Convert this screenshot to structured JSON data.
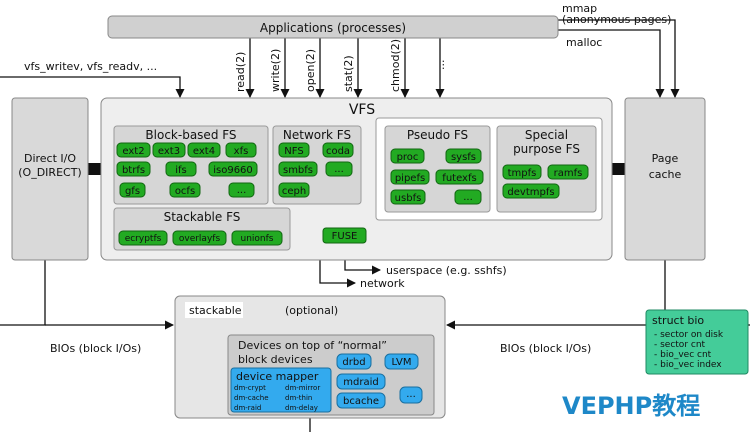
{
  "applications": "Applications (processes)",
  "mmap": "mmap",
  "anon_pages": "(anonymous pages)",
  "malloc": "malloc",
  "vfs_writev": "vfs_writev, vfs_readv, ...",
  "syscalls": [
    "read(2)",
    "write(2)",
    "open(2)",
    "stat(2)",
    "chmod(2)",
    "..."
  ],
  "direct_io": [
    "Direct I/O",
    "(O_DIRECT)"
  ],
  "vfs_title": "VFS",
  "block_fs": {
    "title": "Block-based FS",
    "items": [
      "ext2",
      "ext3",
      "ext4",
      "xfs",
      "btrfs",
      "ifs",
      "iso9660",
      "gfs",
      "ocfs",
      "..."
    ]
  },
  "network_fs": {
    "title": "Network FS",
    "items": [
      "NFS",
      "coda",
      "smbfs",
      "...",
      "ceph"
    ]
  },
  "stackable_fs": {
    "title": "Stackable FS",
    "items": [
      "ecryptfs",
      "overlayfs",
      "unionfs"
    ]
  },
  "fuse": "FUSE",
  "pseudo_fs": {
    "title": "Pseudo FS",
    "items": [
      "proc",
      "sysfs",
      "pipefs",
      "futexfs",
      "usbfs",
      "..."
    ]
  },
  "special_fs": {
    "title": [
      "Special",
      "purpose FS"
    ],
    "items": [
      "tmpfs",
      "ramfs",
      "devtmpfs"
    ]
  },
  "page_cache": [
    "Page",
    "cache"
  ],
  "userspace": "userspace (e.g. sshfs)",
  "network": "network",
  "bios_left": "BIOs (block I/Os)",
  "bios_right": "BIOs (block I/Os)",
  "optional": "(optional)",
  "stackable": "stackable",
  "devices_on_top": [
    "Devices on top of “normal”",
    "block devices"
  ],
  "device_mapper": {
    "title": "device mapper",
    "items": [
      "dm-crypt",
      "dm-mirror",
      "dm-cache",
      "dm-thin",
      "dm-raid",
      "dm-delay"
    ]
  },
  "block_devices": [
    "drbd",
    "LVM",
    "mdraid",
    "bcache",
    "..."
  ],
  "struct_bio": {
    "title": "struct bio",
    "items": [
      "- sector on disk",
      "- sector cnt",
      "- bio_vec cnt",
      "- bio_vec index"
    ]
  },
  "watermark": "VEPHP教程",
  "colors": {
    "green": "#22aa22",
    "blue": "#33aaee",
    "teal": "#44cc99",
    "panel": "#d9d9d9",
    "watermark": "#1e88c8"
  }
}
